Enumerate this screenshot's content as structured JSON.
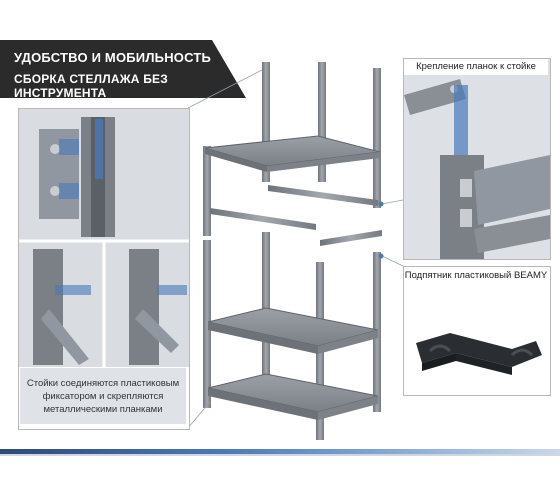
{
  "banner": {
    "title": "УДОБСТВО И МОБИЛЬНОСТЬ",
    "subtitle": "СБОРКА СТЕЛЛАЖА БЕЗ ИНСТРУМЕНТА"
  },
  "left_panel": {
    "caption": "Стойки соединяются пластиковым фиксатором и скрепляются металлическими планками"
  },
  "right_panels": {
    "top_label": "Крепление планок к стойке",
    "bottom_label": "Подпятник пластиковый BEAMY"
  },
  "colors": {
    "banner": "#2b2b2b",
    "accent_blue": "#4a79b8",
    "metal": "#8a8f96",
    "panel_frame": "#b8b8b8"
  }
}
